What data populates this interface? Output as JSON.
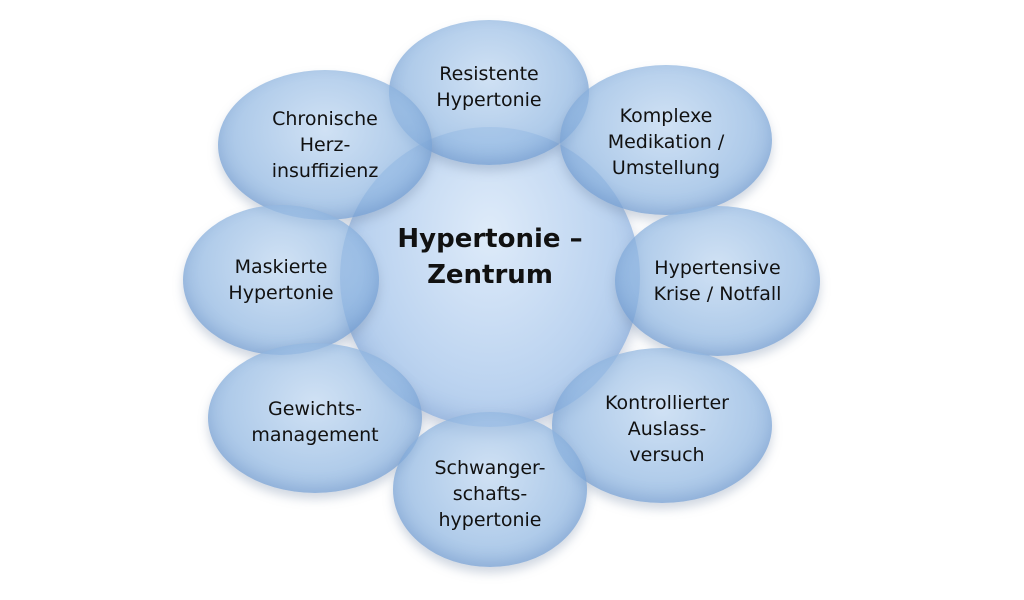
{
  "diagram": {
    "center": {
      "label": "Hypertonie –\nZentrum"
    },
    "nodes": {
      "resistente": "Resistente\nHypertonie",
      "komplexe": "Komplexe\nMedikation /\nUmstellung",
      "hypertensive": "Hypertensive\nKrise / Notfall",
      "kontrollierter": "Kontrollierter\nAuslass-\nversuch",
      "schwanger": "Schwanger-\nschafts-\nhypertonie",
      "gewichts": "Gewichts-\nmanagement",
      "maskierte": "Maskierte\nHypertonie",
      "chronische": "Chronische\nHerz-\ninsuffizienz"
    },
    "colors": {
      "bubble_fill": "#92b8e2",
      "bubble_light": "#bed6f0",
      "text": "#111111",
      "background": "#ffffff"
    }
  }
}
